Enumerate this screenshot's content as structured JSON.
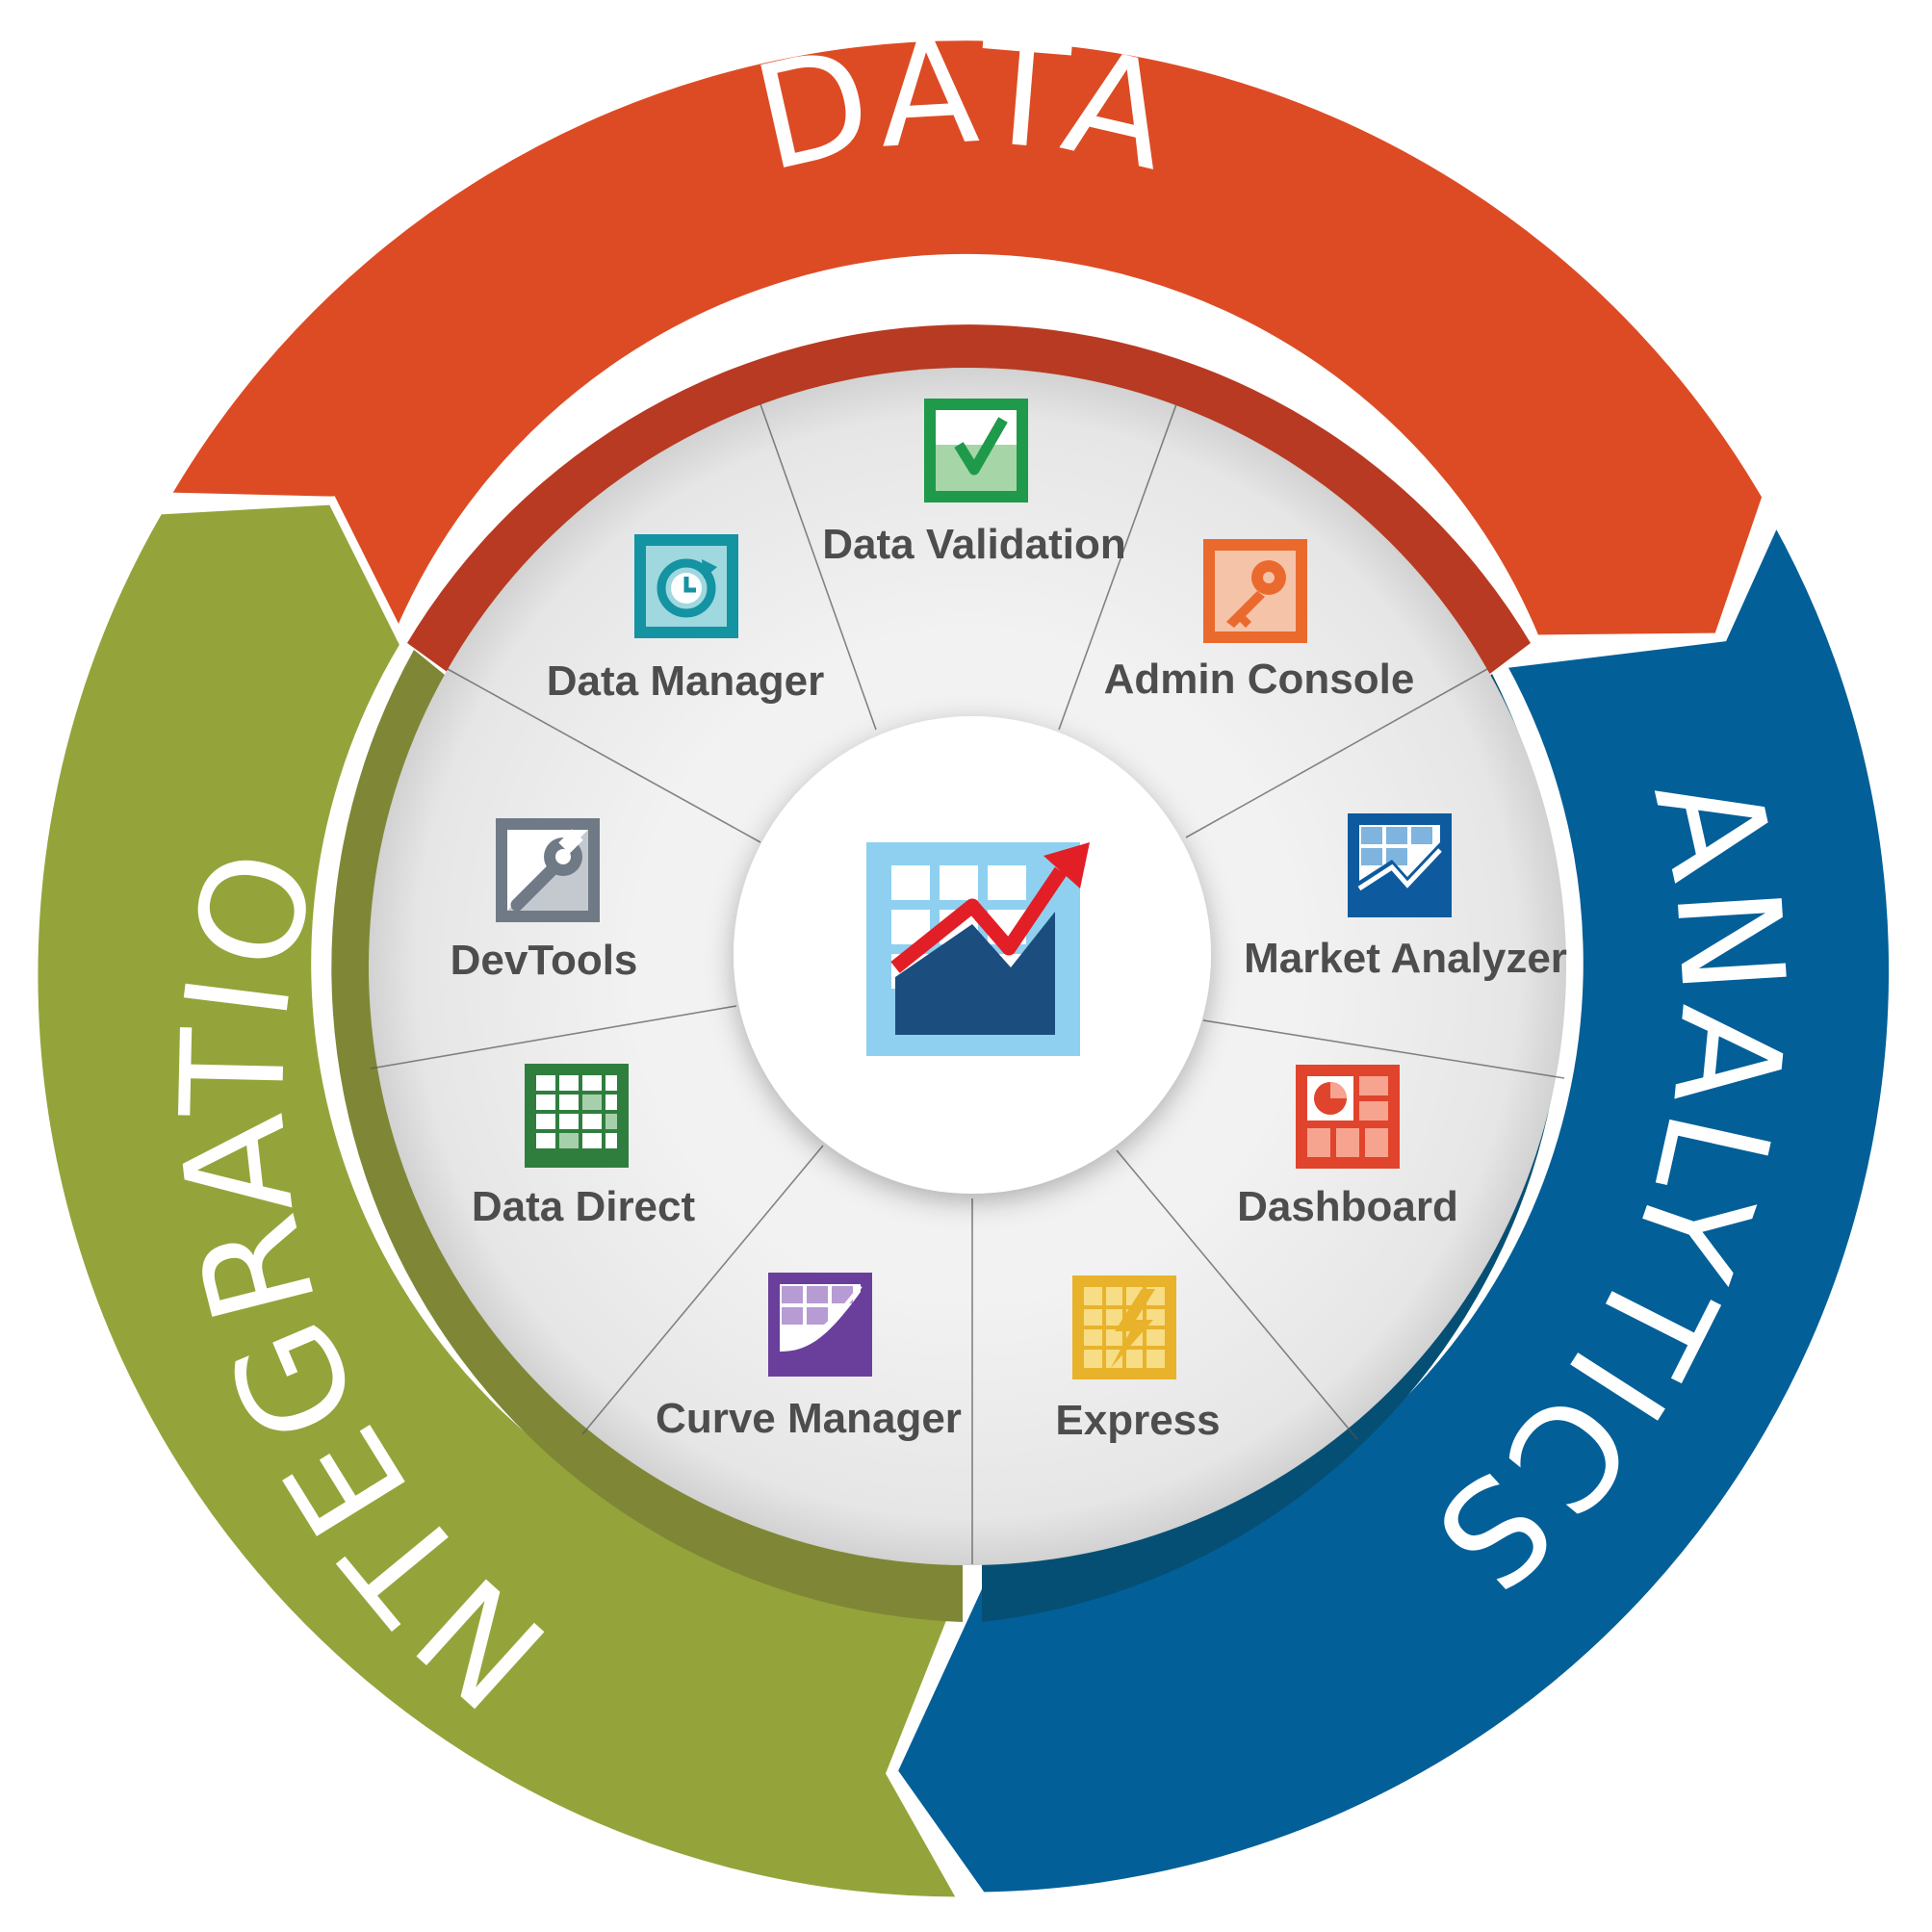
{
  "ring": {
    "data_label": "DATA",
    "analytics_label": "ANALYTICS",
    "integration_label": "INTEGRATION",
    "colors": {
      "data": "#dd4b24",
      "analytics": "#035f98",
      "integration": "#94a43a"
    }
  },
  "center": {
    "icon": "market-chart-icon"
  },
  "apps": [
    {
      "label": "Data Validation",
      "icon": "checkbox-check-icon",
      "color": "#1e9a4a"
    },
    {
      "label": "Admin Console",
      "icon": "key-icon",
      "color": "#ea6a2d"
    },
    {
      "label": "Market Analyzer",
      "icon": "mountain-chart-icon",
      "color": "#0e5a9e"
    },
    {
      "label": "Dashboard",
      "icon": "pie-grid-icon",
      "color": "#e1442c"
    },
    {
      "label": "Express",
      "icon": "lightning-grid-icon",
      "color": "#e8b22a"
    },
    {
      "label": "Curve Manager",
      "icon": "curve-grid-icon",
      "color": "#6a3f9c"
    },
    {
      "label": "Data Direct",
      "icon": "table-grid-icon",
      "color": "#2f7e3e"
    },
    {
      "label": "DevTools",
      "icon": "wrench-icon",
      "color": "#6f7a86"
    },
    {
      "label": "Data Manager",
      "icon": "clock-refresh-icon",
      "color": "#1493a3"
    }
  ]
}
